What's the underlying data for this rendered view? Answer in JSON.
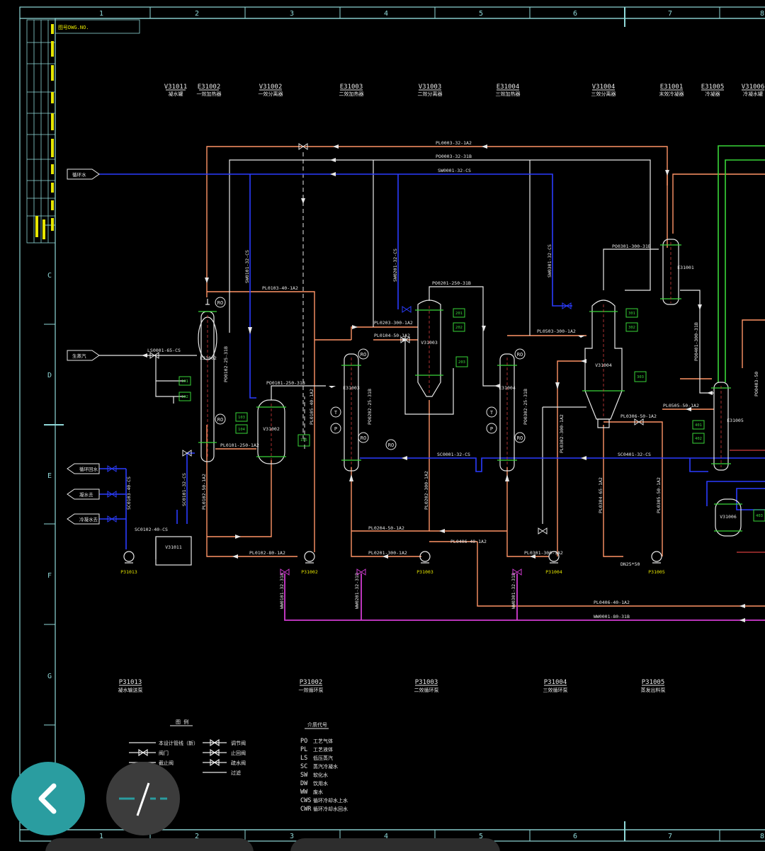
{
  "drawing": {
    "grid_columns": [
      "1",
      "2",
      "3",
      "4",
      "5",
      "6",
      "7",
      "8"
    ],
    "grid_rows": [
      "C",
      "D",
      "E",
      "F",
      "G"
    ],
    "title_block_header": "图号DWG.NO.",
    "equipment_top": [
      {
        "tag": "V31011",
        "desc": "凝水罐"
      },
      {
        "tag": "E31002",
        "desc": "一效加热器"
      },
      {
        "tag": "V31002",
        "desc": "一效分离器"
      },
      {
        "tag": "E31003",
        "desc": "二效加热器"
      },
      {
        "tag": "V31003",
        "desc": "二效分离器"
      },
      {
        "tag": "E31004",
        "desc": "三效加热器"
      },
      {
        "tag": "V31004",
        "desc": "三效分离器"
      },
      {
        "tag": "E31001",
        "desc": "末效冷凝器"
      },
      {
        "tag": "E31005",
        "desc": "冷凝器"
      },
      {
        "tag": "V31006",
        "desc": "冷凝水罐"
      }
    ],
    "pumps_bottom": [
      {
        "tag": "P31013",
        "desc": "凝水输送泵"
      },
      {
        "tag": "P31002",
        "desc": "一效循环泵"
      },
      {
        "tag": "P31003",
        "desc": "二效循环泵"
      },
      {
        "tag": "P31004",
        "desc": "三效循环泵"
      },
      {
        "tag": "P31005",
        "desc": "蒸发出料泵"
      }
    ],
    "line_labels": {
      "pl0003": "PL0003-32-1A2",
      "po0003": "PO0003-32-31B",
      "sw0001": "SW0001-32-CS",
      "pl0103": "PL0103-40-1A2",
      "po0101_250": "PO0101-250-31B",
      "pl0101": "PL0101-250-1A2",
      "pl0102_50": "PL0102-50-1A2",
      "pl0102_80": "PL0102-80-1A2",
      "ls0001": "LS0001-65-CS",
      "po0201": "PO0201-250-31B",
      "pl0203": "PL0203-300-1A2",
      "pl0104": "PL0104-50-1A2",
      "pl0204": "PL0204-50-1A2",
      "pl0201": "PL0201-300-1A2",
      "pl0406": "PL0406-40-1A2",
      "pl0503": "PL0503-300-1A2",
      "pl0301": "PL0301-300-1A2",
      "po0301": "PO0301-300-31B",
      "pl0505": "PL0505-50-1A2",
      "pl0306": "PL0306-50-1A2",
      "sc0001": "SC0001-32-CS",
      "sc0401": "SC0401-32-CS",
      "ww0001": "WW0001-80-31B",
      "dn25": "DN25*50",
      "po0401": "PO0401-300-31B",
      "po0403": "PO0403-50",
      "sc0101": "SC0101-32-CS",
      "sc0103": "SC0103-40-CS",
      "sc0102": "SC0102-40-CS",
      "po0102": "PO0102-25-31B",
      "pl0105": "PL0105-40-1A2",
      "sw0101": "SW0101-32-CS",
      "sw0201": "SW0201-32-CS",
      "sw0301": "SW0301-32-CS",
      "pl0302": "PL0302-300-1A2",
      "pl0202": "PL0202-300-1A2",
      "po0202": "PO0202-25-31B",
      "po0302": "PO0302-25-31B",
      "pl0304": "PL0304-65-1A2",
      "pl0305": "PL0305-50-1A2",
      "ww0101": "WW0101-32-31B",
      "ww0201": "WW0201-32-31B",
      "ww0301": "WW0301-32-31B"
    },
    "off_page": {
      "left_in_1": "循环水",
      "left_in_2": "生蒸汽",
      "left_out_1": "循环回水",
      "left_out_2": "凝水去",
      "left_out_3": "冷凝水去"
    },
    "instruments": {
      "r101": "101",
      "r102": "102",
      "r103": "103",
      "r104": "104",
      "r105": "105",
      "r201": "201",
      "r202": "202",
      "r203": "203",
      "r301": "301",
      "r302": "302",
      "r303": "303",
      "r401": "401",
      "r402": "402",
      "r403": "403",
      "ro": "RO",
      "t": "T",
      "p": "P"
    },
    "legend": {
      "title": "图 例",
      "items": [
        "本设计管线（新）",
        "阀门",
        "截止阀",
        "调节阀",
        "止回阀",
        "疏水阀",
        "过滤"
      ]
    },
    "medium_codes": {
      "title": "介质代号",
      "codes": [
        {
          "code": "PO",
          "desc": "工艺气体"
        },
        {
          "code": "PL",
          "desc": "工艺液体"
        },
        {
          "code": "LS",
          "desc": "低压蒸汽"
        },
        {
          "code": "SC",
          "desc": "蒸汽冷凝水"
        },
        {
          "code": "SW",
          "desc": "软化水"
        },
        {
          "code": "DW",
          "desc": "饮用水"
        },
        {
          "code": "WW",
          "desc": "废水"
        },
        {
          "code": "CWS",
          "desc": "循环冷却水上水"
        },
        {
          "code": "CWR",
          "desc": "循环冷却水回水"
        }
      ]
    }
  },
  "colors": {
    "frame": "#8fd8d8",
    "orange": "#ff9466",
    "white": "#e8e8e8",
    "blue": "#2a3cff",
    "magenta": "#d23cd2",
    "green": "#39d639",
    "yellow": "#e6e600",
    "teal": "#2a9da0"
  },
  "overlay": {
    "back_icon": "chevron-left-icon",
    "tool_icon": "dash-slash-icon"
  }
}
